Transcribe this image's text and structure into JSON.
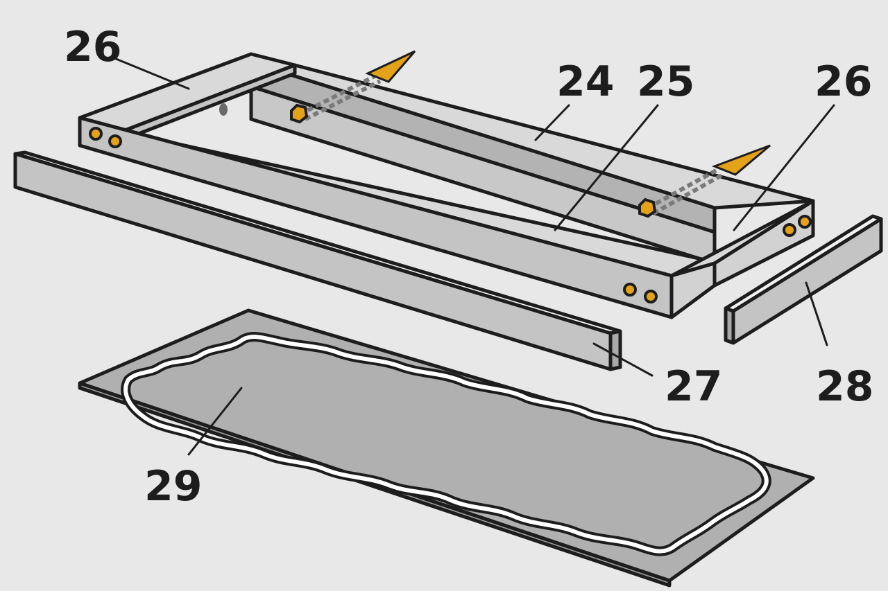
{
  "diagram": {
    "colors": {
      "background": "#e8e8e8",
      "outline": "#1d1d1d",
      "wood_light": "#d9d9d9",
      "wood_mid": "#c4c4c4",
      "wood_dark": "#b3b3b3",
      "screw": "#e3a21a",
      "mat": "#b0b0b0"
    },
    "callouts": [
      {
        "id": "c26a",
        "label": "26"
      },
      {
        "id": "c24",
        "label": "24"
      },
      {
        "id": "c25",
        "label": "25"
      },
      {
        "id": "c26b",
        "label": "26"
      },
      {
        "id": "c27",
        "label": "27"
      },
      {
        "id": "c28",
        "label": "28"
      },
      {
        "id": "c29",
        "label": "29"
      }
    ]
  }
}
